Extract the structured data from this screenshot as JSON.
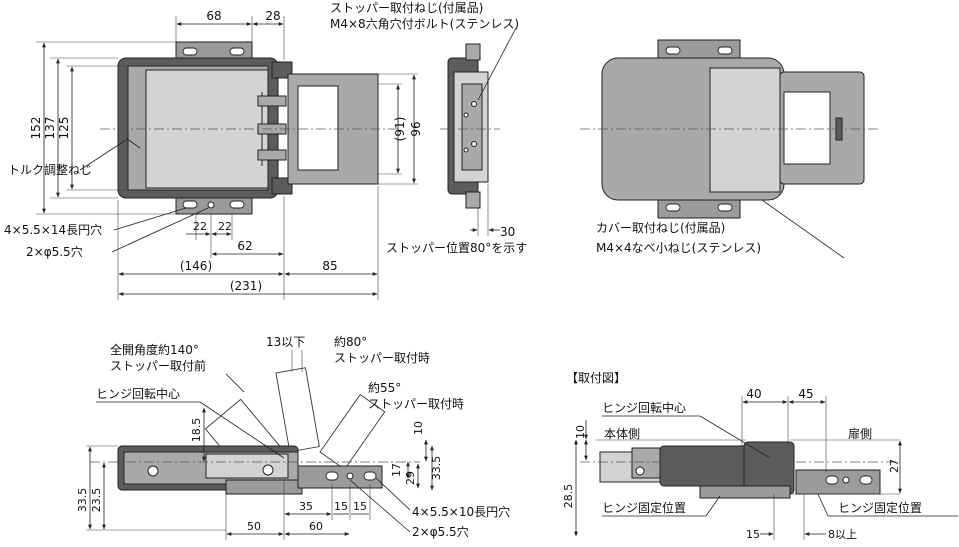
{
  "top_view": {
    "dims": {
      "d68": "68",
      "d28": "28",
      "d152": "152",
      "d137": "137",
      "d125": "125",
      "d91": "(91)",
      "d96": "96",
      "d22a": "22",
      "d22b": "22",
      "d62": "62",
      "d146": "(146)",
      "d85": "85",
      "d231": "(231)"
    },
    "labels": {
      "torque": "トルク調整ねじ",
      "slot": "4×5.5×14長円穴",
      "hole": "2×φ5.5穴"
    }
  },
  "side_view": {
    "stopper_screw_line1": "ストッパー取付ねじ(付属品)",
    "stopper_screw_line2": "M4×8六角穴付ボルト(ステンレス)",
    "d30": "30",
    "stopper_pos": "ストッパー位置80°を示す"
  },
  "rear_view": {
    "cover_screw_line1": "カバー取付ねじ(付属品)",
    "cover_screw_line2": "M4×4なべ小ねじ(ステンレス)"
  },
  "bottom_left": {
    "full_open_line1": "全開角度約140°",
    "full_open_line2": "ストッパー取付前",
    "d13": "13以下",
    "a80_line1": "約80°",
    "a80_line2": "ストッパー取付時",
    "a55_line1": "約55°",
    "a55_line2": "ストッパー取付時",
    "hinge_center": "ヒンジ回転中心",
    "dims": {
      "d18_5": "18.5",
      "d10": "10",
      "d17": "17",
      "d29": "29",
      "d33_5r": "33.5",
      "d33_5l": "33.5",
      "d23_5": "23.5",
      "d35": "35",
      "d15a": "15",
      "d15b": "15",
      "d50": "50",
      "d60": "60"
    },
    "slot": "4×5.5×10長円穴",
    "hole": "2×φ5.5穴"
  },
  "mount_view": {
    "title": "【取付図】",
    "hinge_center": "ヒンジ回転中心",
    "body_side": "本体側",
    "door_side": "扉側",
    "fix_left": "ヒンジ固定位置",
    "fix_right": "ヒンジ固定位置",
    "dims": {
      "d40": "40",
      "d45": "45",
      "d10": "10",
      "d27": "27",
      "d28_5": "28.5",
      "d15": "15",
      "d8": "8以上"
    }
  }
}
